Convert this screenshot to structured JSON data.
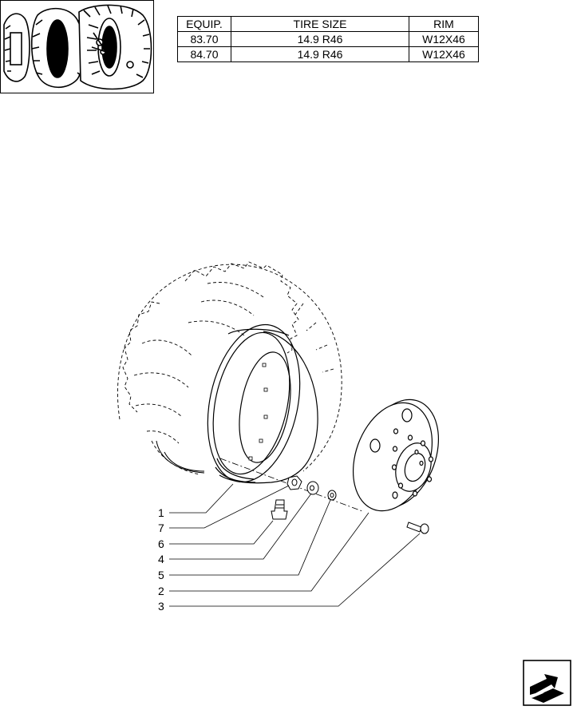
{
  "table": {
    "headers": [
      "EQUIP.",
      "TIRE SIZE",
      "RIM"
    ],
    "rows": [
      [
        "83.70",
        "14.9 R46",
        "W12X46"
      ],
      [
        "84.70",
        "14.9 R46",
        "W12X46"
      ]
    ]
  },
  "callouts": [
    "1",
    "7",
    "6",
    "4",
    "5",
    "2",
    "3"
  ],
  "icons": {
    "thumbnail": "tractor-rear-wheels-thumbnail-icon",
    "nav": "next-page-arrow-icon"
  }
}
